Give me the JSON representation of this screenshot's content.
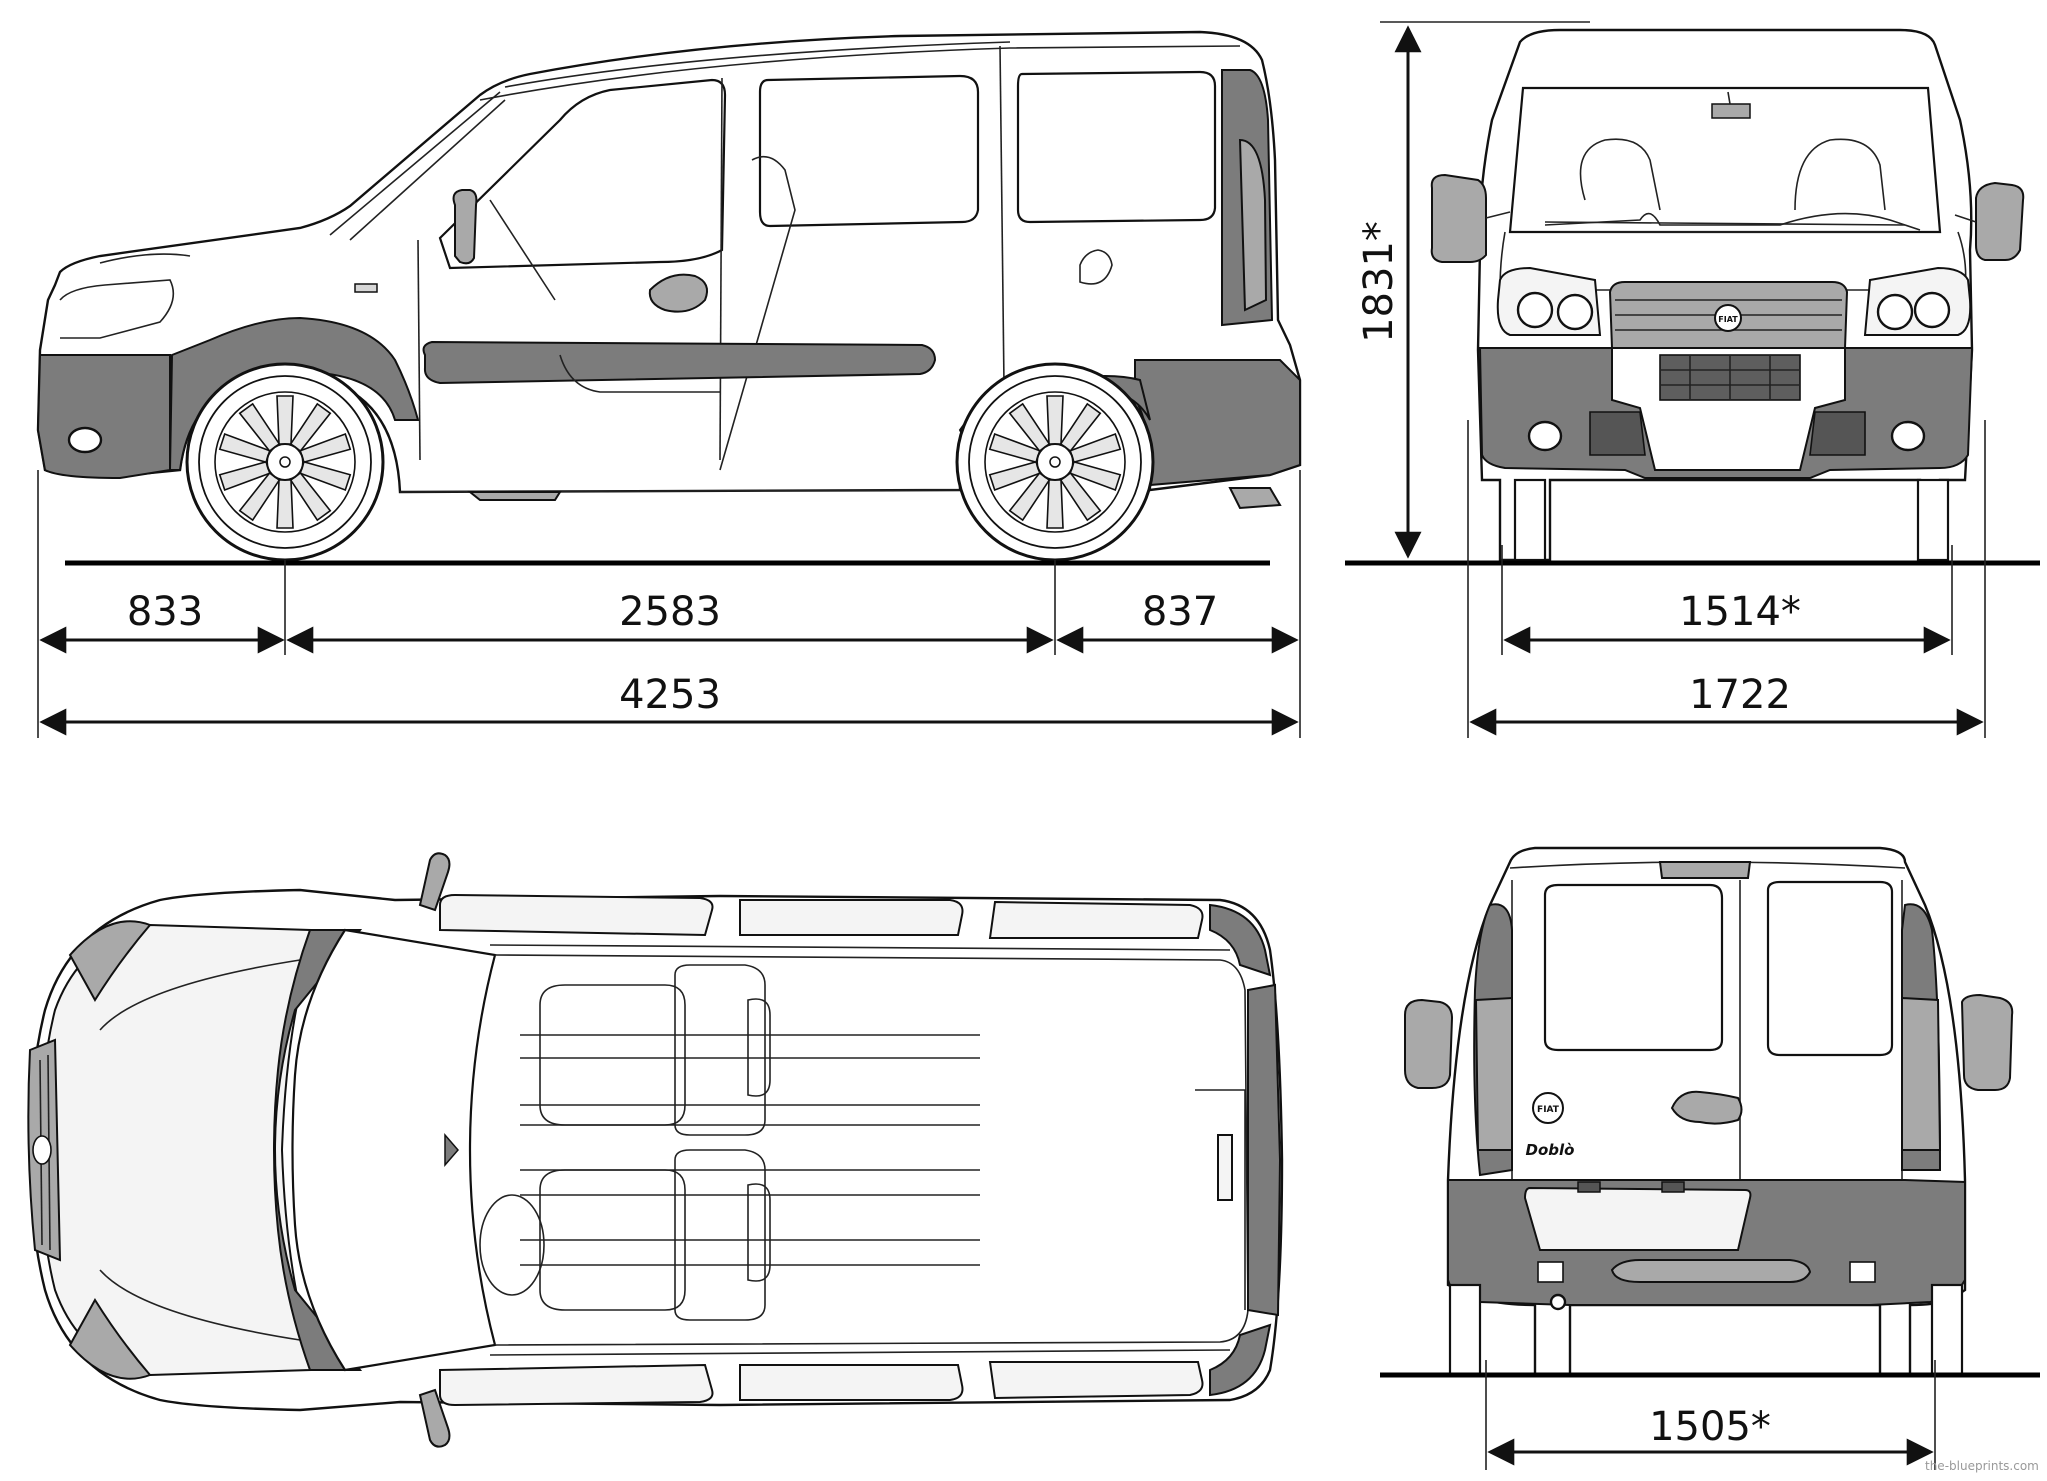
{
  "dimensions": {
    "front_overhang": "833",
    "wheelbase": "2583",
    "rear_overhang": "837",
    "overall_length": "4253",
    "height": "1831*",
    "front_track": "1514*",
    "overall_width": "1722",
    "rear_track": "1505*"
  },
  "badges": {
    "front_logo": "FIAT",
    "rear_logo": "FIAT",
    "model_script": "Doblò"
  },
  "watermark": "the-blueprints.com",
  "colors": {
    "line": "#111111",
    "dark_panel": "#7c7c7c",
    "mid_panel": "#a9a9a9",
    "background": "#ffffff"
  }
}
